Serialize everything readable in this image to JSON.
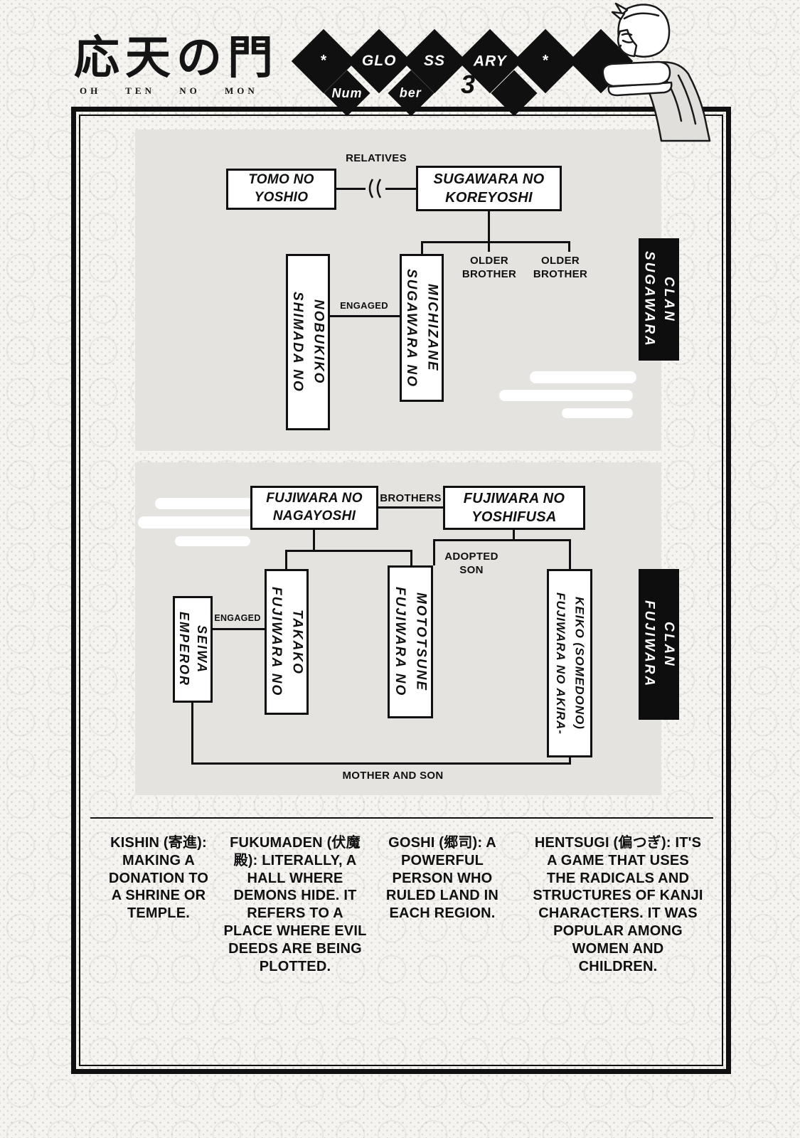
{
  "header": {
    "title": "応天の門",
    "subtitle": "OH TEN NO MON",
    "banner": {
      "diamonds": [
        "*",
        "GLO",
        "SS",
        "ARY",
        "*"
      ],
      "number_parts": [
        "Num",
        "ber",
        "3"
      ]
    }
  },
  "sugawara_chart": {
    "clan_badge": "SUGAWARA\nCLAN",
    "boxes": {
      "tomo_no_yoshio": "TOMO NO\nYOSHIO",
      "sugawara_no_koreyoshi": "SUGAWARA NO\nKOREYOSHI",
      "sugawara_no_michizane": "SUGAWARA NO\nMICHIZANE",
      "shimada_no_nobukiko": "SHIMADA NO\nNOBUKIKO"
    },
    "labels": {
      "relatives": "RELATIVES",
      "older_brother_1": "OLDER\nBROTHER",
      "older_brother_2": "OLDER\nBROTHER",
      "engaged": "ENGAGED"
    }
  },
  "fujiwara_chart": {
    "clan_badge": "FUJIWARA\nCLAN",
    "boxes": {
      "fujiwara_no_nagayoshi": "FUJIWARA NO\nNAGAYOSHI",
      "fujiwara_no_yoshifusa": "FUJIWARA NO\nYOSHIFUSA",
      "fujiwara_no_takako": "FUJIWARA NO\nTAKAKO",
      "fujiwara_no_mototsune": "FUJIWARA NO\nMOTOTSUNE",
      "fujiwara_no_akirakeiko": "FUJIWARA NO AKIRA-\nKEIKO (SOMEDONO)",
      "emperor_seiwa": "EMPEROR\nSEIWA"
    },
    "labels": {
      "brothers": "BROTHERS",
      "adopted_son": "ADOPTED\nSON",
      "engaged": "ENGAGED",
      "mother_and_son": "MOTHER AND SON"
    }
  },
  "glossary": {
    "entries": [
      "KISHIN (寄進): MAKING A DONATION TO A SHRINE OR TEMPLE.",
      "FUKUMADEN (伏魔殿): LITERALLY, A HALL WHERE DEMONS HIDE. IT REFERS TO A PLACE WHERE EVIL DEEDS ARE BEING PLOTTED.",
      "GOSHI (郷司): A POWERFUL PERSON WHO RULED LAND IN EACH REGION.",
      "HENTSUGI (偏つぎ): IT'S A GAME THAT USES THE RADICALS AND STRUCTURES OF KANJI CHARACTERS. IT WAS POPULAR AMONG WOMEN AND CHILDREN."
    ]
  }
}
